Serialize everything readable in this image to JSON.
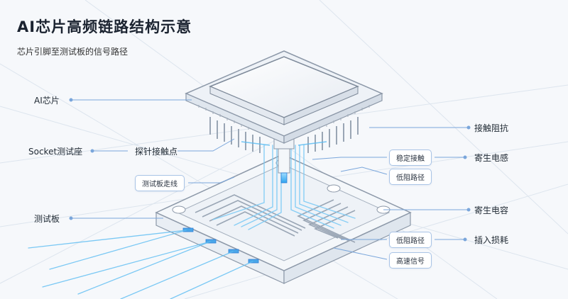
{
  "title": "AI芯片高频链路结构示意",
  "subtitle": "芯片引脚至测试板的信号路径",
  "labels_left": {
    "chip": "AI芯片",
    "socket": "Socket测试座",
    "board": "测试板"
  },
  "callouts_mid": {
    "probe_contact": "探针接触点",
    "board_trace": "测试板走线"
  },
  "pills": {
    "stable_contact": "稳定接触",
    "low_path_upper": "低阻路径",
    "low_path_lower": "低阻路径",
    "high_speed_signal": "高速信号"
  },
  "labels_right": {
    "contact_resistance": "接触阻抗",
    "parasitic_inductance": "寄生电感",
    "parasitic_capacitance": "寄生电容",
    "insertion_loss": "插入损耗"
  },
  "colors": {
    "accent": "#2f7fd8",
    "signal": "#45b3f0",
    "leader": "#7aa6db",
    "outline": "#8c98a8"
  }
}
